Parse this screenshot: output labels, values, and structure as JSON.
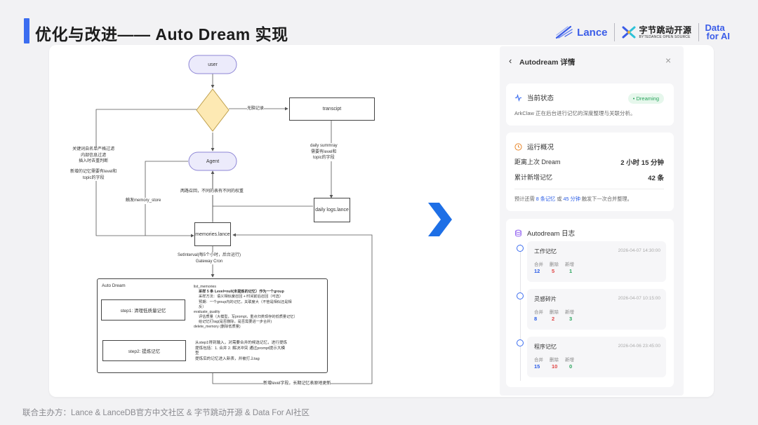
{
  "slide": {
    "title": "优化与改进—— Auto Dream 实现",
    "footer": "联合主办方：Lance & LanceDB官方中文社区 & 字节跳动开源 & Data For AI社区"
  },
  "logos": {
    "lance": "Lance",
    "bytedance_cn": "字节跳动开源",
    "bytedance_en": "BYTEDANCE OPEN SOURCE",
    "data_line1": "Data",
    "data_line2": "for AI"
  },
  "flowchart": {
    "nodes": {
      "user": "user",
      "agent": "Agent",
      "transcript": "transcipt",
      "daily_logs": "daily logs.lance",
      "memories": "memories.lance",
      "step1": "step1: 清理低质量记忆",
      "step2": "step2: 提炼记忆"
    },
    "labels": {
      "no_record": "无脑记录",
      "daily_summary": [
        "daily summray",
        "需要有level和",
        "topic的字段"
      ],
      "left_filter": [
        "关键词自名单严格过滤",
        "内部信息过滤",
        "插入时去重判断",
        "",
        "新增的记忆需要有level和",
        "topic的字段"
      ],
      "trigger_store": "触发memory_store",
      "two_way_recall": "两路召回，不同的表有不同的权重",
      "cron": [
        "SetInterval(每5个小时，后台运行)",
        "Gateway Cron"
      ],
      "auto_dream": "Auto Dream",
      "new_level": "新增level字段，长期记忆表原地更新"
    },
    "auto_dream_text_1": [
      "list_memories",
      "  采样 5 条 Level=null(未提炼的记忆）作为一个group",
      "  采样方法：语义相似度召回 + 时间前后召回（可选）",
      "  预期：一个group内的记忆，关联度大（不管是相似还是相",
      "  反）",
      "evaluate_quality",
      "  评估质量（大模型，写prompt，重点归类现存的低质量记忆）",
      "  给记忆打tag(是否删除，是否需要进一步合并)",
      "delete_memory (删除低质量)"
    ],
    "auto_dream_text_2": [
      "从step1得到输入，对需要合并的候选记忆，进行提炼",
      "提炼包括：1. 合并 2. 解决冲突 通过prompt提示大模",
      "型",
      "提炼后的记忆进入新表，并被打上tag"
    ]
  },
  "panel": {
    "title": "Autodream 详情",
    "status": {
      "heading": "当前状态",
      "badge": "Dreaming",
      "description": "ArkClaw 正在后台进行记忆的深度整理与关联分析。"
    },
    "overview": {
      "heading": "运行概况",
      "rows": [
        {
          "label": "距离上次 Dream",
          "value": "2 小时 15 分钟"
        },
        {
          "label": "累计新增记忆",
          "value": "42 条"
        }
      ],
      "hint_prefix": "预计还需",
      "hint_count": "8 条记忆",
      "hint_or": "或",
      "hint_time": "45 分钟",
      "hint_suffix": "触发下一次合并整理。"
    },
    "logs": {
      "heading": "Autodream 日志",
      "metric_labels": [
        "合并",
        "删除",
        "新增"
      ],
      "items": [
        {
          "title": "工作记忆",
          "date": "2026-04-07 14:30:00",
          "merge": "12",
          "delete": "5",
          "add": "1"
        },
        {
          "title": "灵感碎片",
          "date": "2026-04-07 10:15:00",
          "merge": "8",
          "delete": "2",
          "add": "3"
        },
        {
          "title": "程序记忆",
          "date": "2026-04-06 23:45:00",
          "merge": "15",
          "delete": "10",
          "add": "0"
        }
      ]
    }
  },
  "colors": {
    "accent": "#3b6df0",
    "node_fill": "#ecebfb",
    "node_stroke": "#8e86d6",
    "diamond_fill": "#fde9b3",
    "diamond_stroke": "#bfa04d",
    "chevron": "#1e6fe6",
    "success": "#2aa55d",
    "danger": "#e04545"
  }
}
